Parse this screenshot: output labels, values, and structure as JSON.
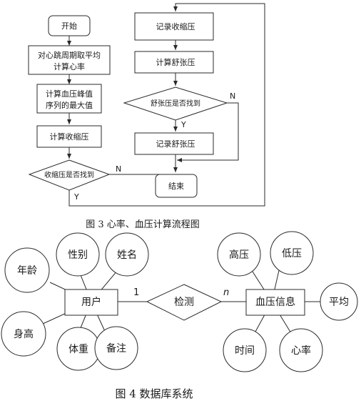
{
  "figure3": {
    "nodes": {
      "start": "开始",
      "cycle_line1": "对心跳周期取平均",
      "cycle_line2": "计算心率",
      "peak_line1": "计算血压峰值",
      "peak_line2": "序列的最大值",
      "calc_systolic": "计算收缩压",
      "systolic_found": "收缩压是否找到",
      "record_systolic": "记录收缩压",
      "calc_diastolic": "计算舒张压",
      "diastolic_found": "舒张压是否找到",
      "record_diastolic": "记录舒张压",
      "end": "结束"
    },
    "edges": {
      "systolic_yes": "Y",
      "systolic_no": "N",
      "diastolic_yes": "Y",
      "diastolic_no": "N"
    },
    "caption": "图 3   心率、血压计算流程图"
  },
  "figure4": {
    "entity_user": "用户",
    "entity_bp": "血压信息",
    "relationship": "检测",
    "card_user": "1",
    "card_bp": "n",
    "user_attributes": [
      "年龄",
      "性别",
      "姓名",
      "身高",
      "体重",
      "备注"
    ],
    "bp_attributes": [
      "高压",
      "低压",
      "平均",
      "时间",
      "心率"
    ],
    "caption": "图 4    数据库系统"
  },
  "colors": {
    "stroke": "#2a2a2a",
    "text": "#1a1a1a",
    "background": "#ffffff"
  }
}
